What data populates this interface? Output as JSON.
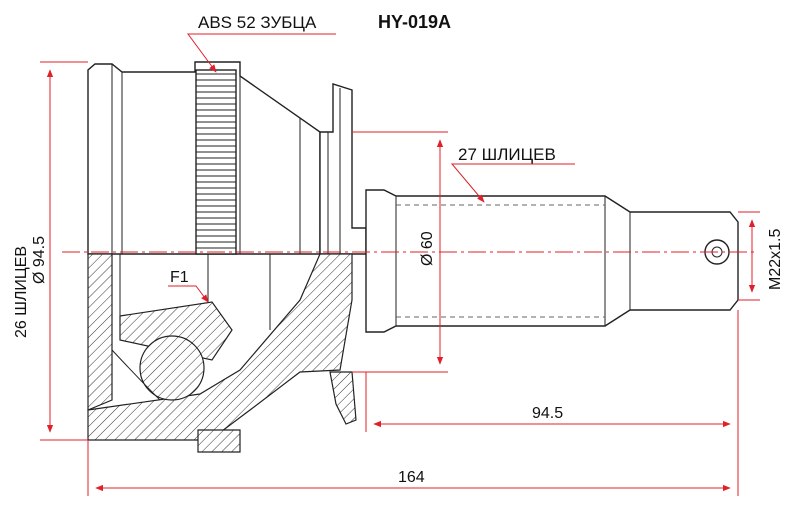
{
  "part_number": "HY-019A",
  "labels": {
    "abs_teeth": "ABS 52 ЗУБЦА",
    "outer_splines": "27 ШЛИЦЕВ",
    "inner_splines": "26 ШЛИЦЕВ",
    "inner_diameter": "Ø 94.5",
    "flange_diameter": "Ø 60",
    "thread": "M22x1.5",
    "f1": "F1",
    "shaft_length": "94.5",
    "total_length": "164"
  },
  "colors": {
    "dimension_lines": "#e0202a",
    "outline": "#222222",
    "text": "#111111"
  }
}
